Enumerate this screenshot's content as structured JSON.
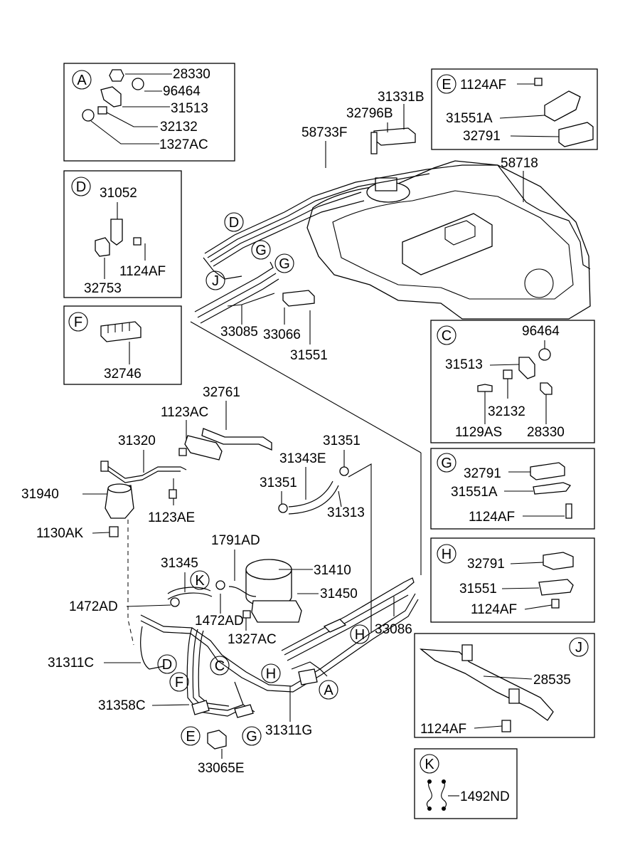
{
  "insets": {
    "A": {
      "letter": "A",
      "parts": [
        "28330",
        "96464",
        "31513",
        "32132",
        "1327AC"
      ]
    },
    "D": {
      "letter": "D",
      "parts": [
        "31052",
        "32753",
        "1124AF"
      ]
    },
    "F": {
      "letter": "F",
      "parts": [
        "32746"
      ]
    },
    "E": {
      "letter": "E",
      "parts": [
        "1124AF",
        "31551A",
        "32791"
      ]
    },
    "C": {
      "letter": "C",
      "parts": [
        "96464",
        "31513",
        "32132",
        "1129AS",
        "28330"
      ]
    },
    "G": {
      "letter": "G",
      "parts": [
        "32791",
        "31551A",
        "1124AF"
      ]
    },
    "H": {
      "letter": "H",
      "parts": [
        "32791",
        "31551",
        "1124AF"
      ]
    },
    "J": {
      "letter": "J",
      "parts": [
        "28535",
        "1124AF"
      ]
    },
    "K": {
      "letter": "K",
      "parts": [
        "1492ND"
      ]
    }
  },
  "tank_area": {
    "labels": [
      "31331B",
      "32796B",
      "58733F",
      "58718",
      "33085",
      "33066",
      "31551"
    ],
    "callouts": [
      "D",
      "G",
      "G",
      "J"
    ]
  },
  "lower_area": {
    "labels": [
      "32761",
      "1123AC",
      "31320",
      "31940",
      "1123AE",
      "1130AK",
      "31351",
      "31343E",
      "31351",
      "31313",
      "1791AD",
      "31345",
      "31410",
      "31450",
      "1472AD",
      "1472AD",
      "1327AC",
      "33086",
      "31311C",
      "31358C",
      "31311G",
      "33065E"
    ],
    "callouts": [
      "K",
      "H",
      "D",
      "C",
      "H",
      "F",
      "A",
      "E",
      "G"
    ]
  }
}
